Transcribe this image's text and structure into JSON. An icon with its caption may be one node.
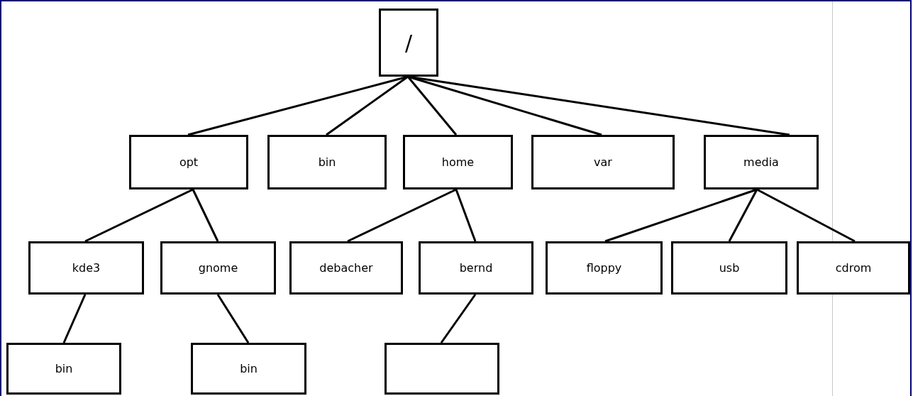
{
  "diagram": {
    "nodes": [
      {
        "text": [
          "/"
        ]
      },
      {
        "text": [
          "opt"
        ]
      },
      {
        "text": [
          "bin"
        ]
      },
      {
        "text": [
          "home"
        ]
      },
      {
        "text": [
          "var"
        ]
      },
      {
        "text": [
          "media"
        ]
      },
      {
        "text": [
          "kde3"
        ]
      },
      {
        "text": [
          "gnome"
        ]
      },
      {
        "text": [
          "debacher"
        ]
      },
      {
        "text": [
          "bernd"
        ]
      },
      {
        "text": [
          "floppy"
        ]
      },
      {
        "text": [
          "usb"
        ]
      },
      {
        "text": [
          "cdrom"
        ]
      },
      {
        "text": [
          "bin"
        ]
      },
      {
        "text": [
          "bin"
        ]
      },
      {
        "text": [],
        "shape": "box"
      }
    ],
    "edges": [
      {
        "from": 0,
        "to": 1,
        "arrow": "none"
      },
      {
        "from": 0,
        "to": 2,
        "arrow": "none"
      },
      {
        "from": 0,
        "to": 3,
        "arrow": "none"
      },
      {
        "from": 0,
        "to": 4,
        "arrow": "none"
      },
      {
        "from": 0,
        "to": 5,
        "arrow": "none"
      },
      {
        "from": 1,
        "to": 6,
        "arrow": "none"
      },
      {
        "from": 1,
        "to": 7,
        "arrow": "none"
      },
      {
        "from": 3,
        "to": 8,
        "arrow": "none"
      },
      {
        "from": 3,
        "to": 9,
        "arrow": "none"
      },
      {
        "from": 5,
        "to": 10,
        "arrow": "none"
      },
      {
        "from": 5,
        "to": 11,
        "arrow": "none"
      },
      {
        "from": 5,
        "to": 12,
        "arrow": "none"
      },
      {
        "from": 6,
        "to": 13,
        "arrow": "none"
      },
      {
        "from": 7,
        "to": 14,
        "arrow": "none"
      },
      {
        "from": 9,
        "to": 15,
        "arrow": "none"
      }
    ]
  }
}
